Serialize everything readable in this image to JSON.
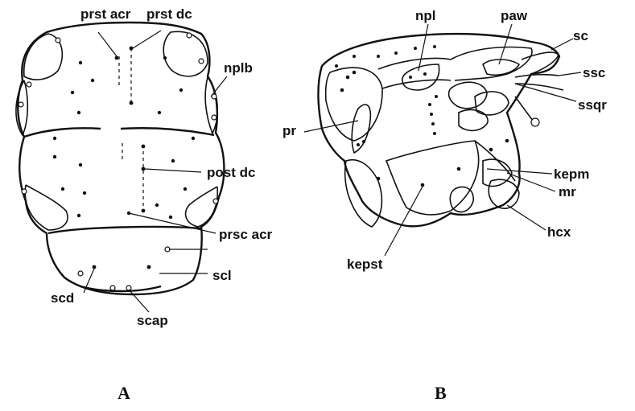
{
  "figure": {
    "panel_a": {
      "letter": "A",
      "labels": {
        "prst_acr": "prst acr",
        "prst_dc": "prst dc",
        "nplb": "nplb",
        "post_dc": "post dc",
        "prsc_acr": "prsc acr",
        "scl": "scl",
        "scd": "scd",
        "scap": "scap"
      }
    },
    "panel_b": {
      "letter": "B",
      "labels": {
        "npl": "npl",
        "paw": "paw",
        "sc": "sc",
        "ssc": "ssc",
        "ssqr": "ssqr",
        "pr": "pr",
        "kepm": "kepm",
        "mr": "mr",
        "hcx": "hcx",
        "kepst": "kepst"
      }
    }
  }
}
